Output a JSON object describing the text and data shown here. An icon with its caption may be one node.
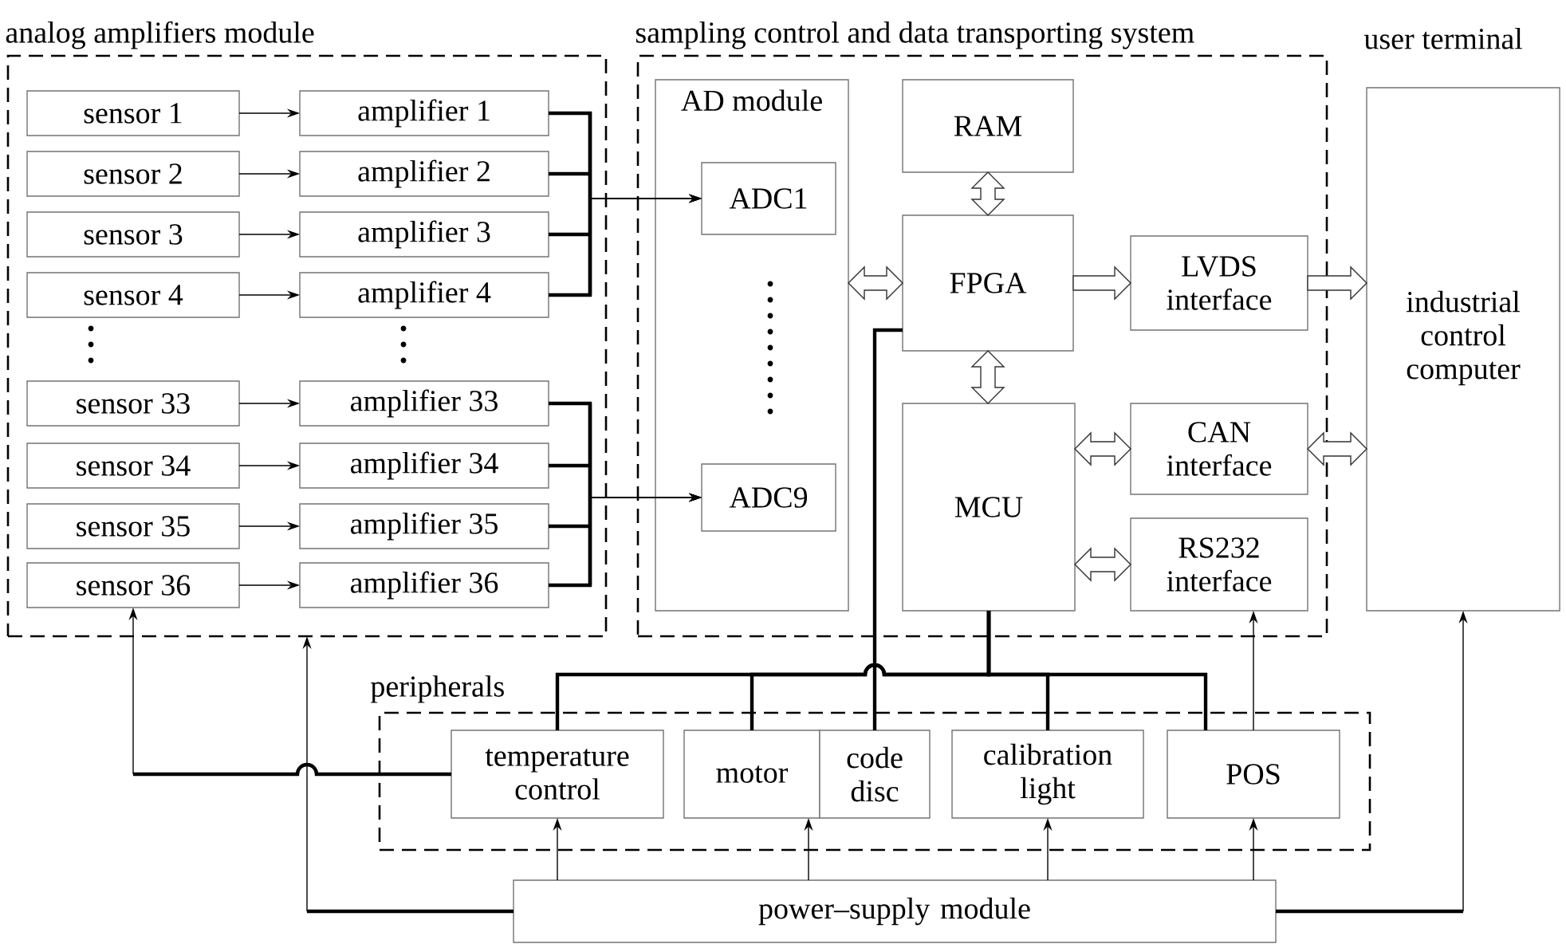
{
  "diagram": {
    "nodes": [
      {
        "text": [
          "analog amplifiers module"
        ]
      },
      {
        "text": [
          "sensor 1"
        ],
        "in": 0
      },
      {
        "text": [
          "sensor 2"
        ],
        "in": 0
      },
      {
        "text": [
          "sensor 3"
        ],
        "in": 0
      },
      {
        "text": [
          "sensor 4"
        ],
        "in": 0
      },
      {
        "text": [
          "sensor 33"
        ],
        "in": 0
      },
      {
        "text": [
          "sensor 34"
        ],
        "in": 0
      },
      {
        "text": [
          "sensor 35"
        ],
        "in": 0
      },
      {
        "text": [
          "sensor 36"
        ],
        "in": 0
      },
      {
        "text": [
          "amplifier 1"
        ],
        "in": 0
      },
      {
        "text": [
          "amplifier 2"
        ],
        "in": 0
      },
      {
        "text": [
          "amplifier 3"
        ],
        "in": 0
      },
      {
        "text": [
          "amplifier 4"
        ],
        "in": 0
      },
      {
        "text": [
          "amplifier 33"
        ],
        "in": 0
      },
      {
        "text": [
          "amplifier 34"
        ],
        "in": 0
      },
      {
        "text": [
          "amplifier 35"
        ],
        "in": 0
      },
      {
        "text": [
          "amplifier 36"
        ],
        "in": 0
      },
      {
        "text": [
          "sampling control and data transporting system"
        ]
      },
      {
        "text": [
          "AD module"
        ],
        "in": 17
      },
      {
        "text": [
          "ADC1"
        ],
        "in": 18
      },
      {
        "text": [
          "ADC9"
        ],
        "in": 18
      },
      {
        "text": [
          "RAM"
        ],
        "in": 17
      },
      {
        "text": [
          "FPGA"
        ],
        "in": 17
      },
      {
        "text": [
          "MCU"
        ],
        "in": 17
      },
      {
        "text": [
          "LVDS interface"
        ],
        "in": 17
      },
      {
        "text": [
          "CAN interface"
        ],
        "in": 17
      },
      {
        "text": [
          "RS232 interface"
        ],
        "in": 17
      },
      {
        "text": [
          "user terminal",
          "industrial control computer"
        ]
      },
      {
        "text": [
          "peripherals"
        ]
      },
      {
        "text": [
          "temperature control"
        ],
        "in": 28
      },
      {
        "text": [
          "motor"
        ],
        "in": 28
      },
      {
        "text": [
          "code disc"
        ],
        "in": 28
      },
      {
        "text": [
          "calibration light"
        ],
        "in": 28
      },
      {
        "text": [
          "POS"
        ],
        "in": 28
      },
      {
        "text": [
          "power–supply module"
        ]
      }
    ],
    "edges": [
      {
        "from": 1,
        "to": 9,
        "arrow": "to"
      },
      {
        "from": 2,
        "to": 10,
        "arrow": "to"
      },
      {
        "from": 3,
        "to": 11,
        "arrow": "to"
      },
      {
        "from": 4,
        "to": 12,
        "arrow": "to"
      },
      {
        "from": 5,
        "to": 13,
        "arrow": "to"
      },
      {
        "from": 6,
        "to": 14,
        "arrow": "to"
      },
      {
        "from": 7,
        "to": 15,
        "arrow": "to"
      },
      {
        "from": 8,
        "to": 16,
        "arrow": "to"
      },
      {
        "from": 9,
        "to": 19,
        "arrow": "to",
        "style": "thick"
      },
      {
        "from": 10,
        "to": 19,
        "arrow": "to",
        "style": "thick"
      },
      {
        "from": 11,
        "to": 19,
        "arrow": "to",
        "style": "thick"
      },
      {
        "from": 12,
        "to": 19,
        "arrow": "to",
        "style": "thick"
      },
      {
        "from": 13,
        "to": 20,
        "arrow": "to",
        "style": "thick"
      },
      {
        "from": 14,
        "to": 20,
        "arrow": "to",
        "style": "thick"
      },
      {
        "from": 15,
        "to": 20,
        "arrow": "to",
        "style": "thick"
      },
      {
        "from": 16,
        "to": 20,
        "arrow": "to",
        "style": "thick"
      },
      {
        "from": 18,
        "to": 22,
        "arrow": "both"
      },
      {
        "from": 21,
        "to": 22,
        "arrow": "both"
      },
      {
        "from": 22,
        "to": 23,
        "arrow": "both"
      },
      {
        "from": 22,
        "to": 24,
        "arrow": "to"
      },
      {
        "from": 24,
        "to": 27,
        "arrow": "to"
      },
      {
        "from": 23,
        "to": 25,
        "arrow": "both"
      },
      {
        "from": 23,
        "to": 26,
        "arrow": "both"
      },
      {
        "from": 25,
        "to": 27,
        "arrow": "both"
      },
      {
        "from": 22,
        "to": 31,
        "arrow": "none",
        "style": "thick"
      },
      {
        "from": 23,
        "to": 29,
        "arrow": "none",
        "style": "thick"
      },
      {
        "from": 23,
        "to": 30,
        "arrow": "none",
        "style": "thick"
      },
      {
        "from": 23,
        "to": 32,
        "arrow": "none",
        "style": "thick"
      },
      {
        "from": 23,
        "to": 33,
        "arrow": "none",
        "style": "thick"
      },
      {
        "from": 29,
        "to": 8,
        "arrow": "to",
        "style": "thick"
      },
      {
        "from": 34,
        "to": 0,
        "arrow": "to"
      },
      {
        "from": 34,
        "to": 29,
        "arrow": "to"
      },
      {
        "from": 34,
        "to": 30,
        "arrow": "to"
      },
      {
        "from": 34,
        "to": 32,
        "arrow": "to"
      },
      {
        "from": 34,
        "to": 33,
        "arrow": "to"
      },
      {
        "from": 33,
        "to": 26,
        "arrow": "to"
      },
      {
        "from": 34,
        "to": 27,
        "arrow": "to"
      }
    ]
  }
}
